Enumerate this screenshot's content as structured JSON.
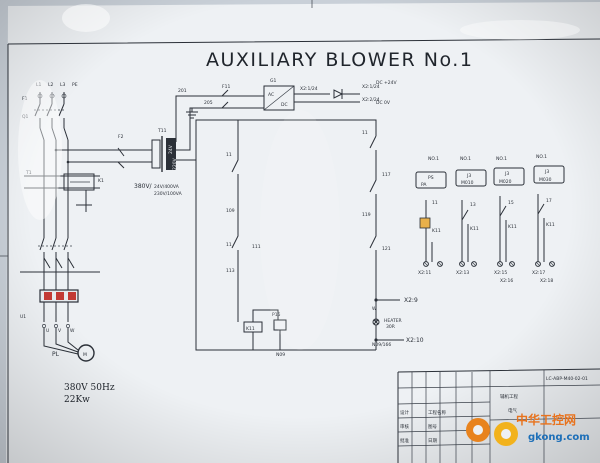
{
  "title": "AUXILIARY BLOWER No.1",
  "supply": {
    "voltage": "380V 50Hz",
    "power": "22Kw",
    "transformer": "380V/",
    "motor": "PL"
  },
  "converter": {
    "ac": "AC",
    "dc": "DC"
  },
  "transformer_taps": [
    "24V",
    "220V"
  ],
  "heater": {
    "label": "HEATER",
    "code": "30R"
  },
  "terminals": {
    "x2_9": "X2:9",
    "x2_10": "X2:10"
  },
  "coils": [
    "K11",
    "P15"
  ],
  "relays": [
    "PA",
    "M010",
    "M020",
    "M030"
  ],
  "watermark": {
    "cn": "中华工控网",
    "url": "gkong.com"
  },
  "colors": {
    "sheet": "#eef1f4",
    "ink": "#2b3038",
    "wm_orange": "#e8831e",
    "wm_yellow": "#f2b21c"
  }
}
